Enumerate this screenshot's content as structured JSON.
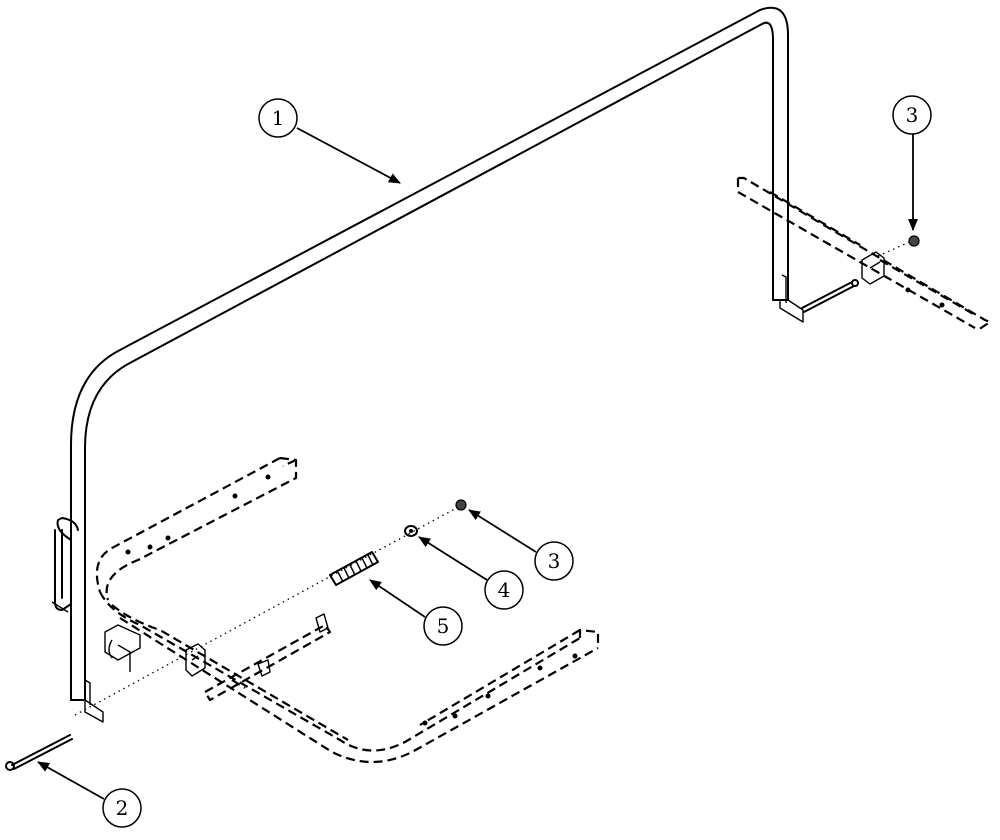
{
  "callouts": {
    "c1": "1",
    "c2": "2",
    "c3_top": "3",
    "c3_mid": "3",
    "c4": "4",
    "c5": "5"
  }
}
